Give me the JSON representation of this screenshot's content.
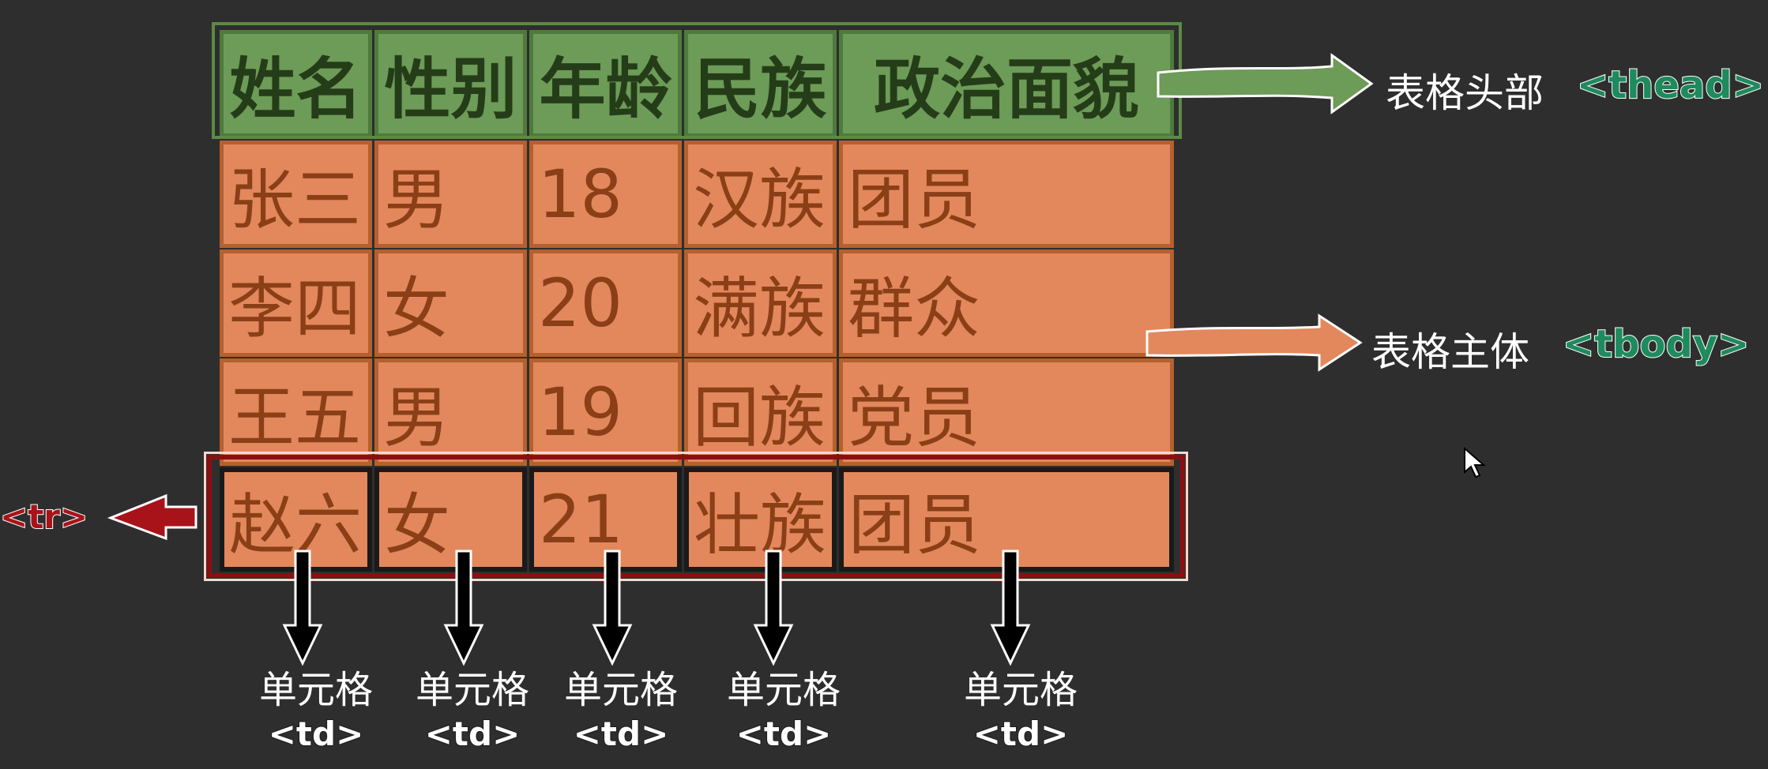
{
  "table": {
    "headers": [
      "姓名",
      "性别",
      "年龄",
      "民族",
      "政治面貌"
    ],
    "rows": [
      [
        "张三",
        "男",
        "18",
        "汉族",
        "团员"
      ],
      [
        "李四",
        "女",
        "20",
        "满族",
        "群众"
      ],
      [
        "王五",
        "男",
        "19",
        "回族",
        "党员"
      ],
      [
        "赵六",
        "女",
        "21",
        "壮族",
        "团员"
      ]
    ]
  },
  "annotations": {
    "thead_cn": "表格头部",
    "thead_tag": "<thead>",
    "tbody_cn": "表格主体",
    "tbody_tag": "<tbody>",
    "tr_tag": "<tr>",
    "td_cn": "单元格",
    "td_tag": "<td>"
  },
  "colors": {
    "background": "#2e2e2e",
    "thead_fill": "#6d9b58",
    "tbody_fill": "#e3885c",
    "tr_outline": "#8b0f12",
    "tag_green": "#1f8a5d"
  },
  "icons": {
    "thead_arrow": "right-arrow-icon",
    "tbody_arrow": "right-arrow-icon",
    "tr_arrow": "left-arrow-icon",
    "td_arrows": "down-arrow-icon",
    "cursor": "mouse-pointer-icon"
  }
}
